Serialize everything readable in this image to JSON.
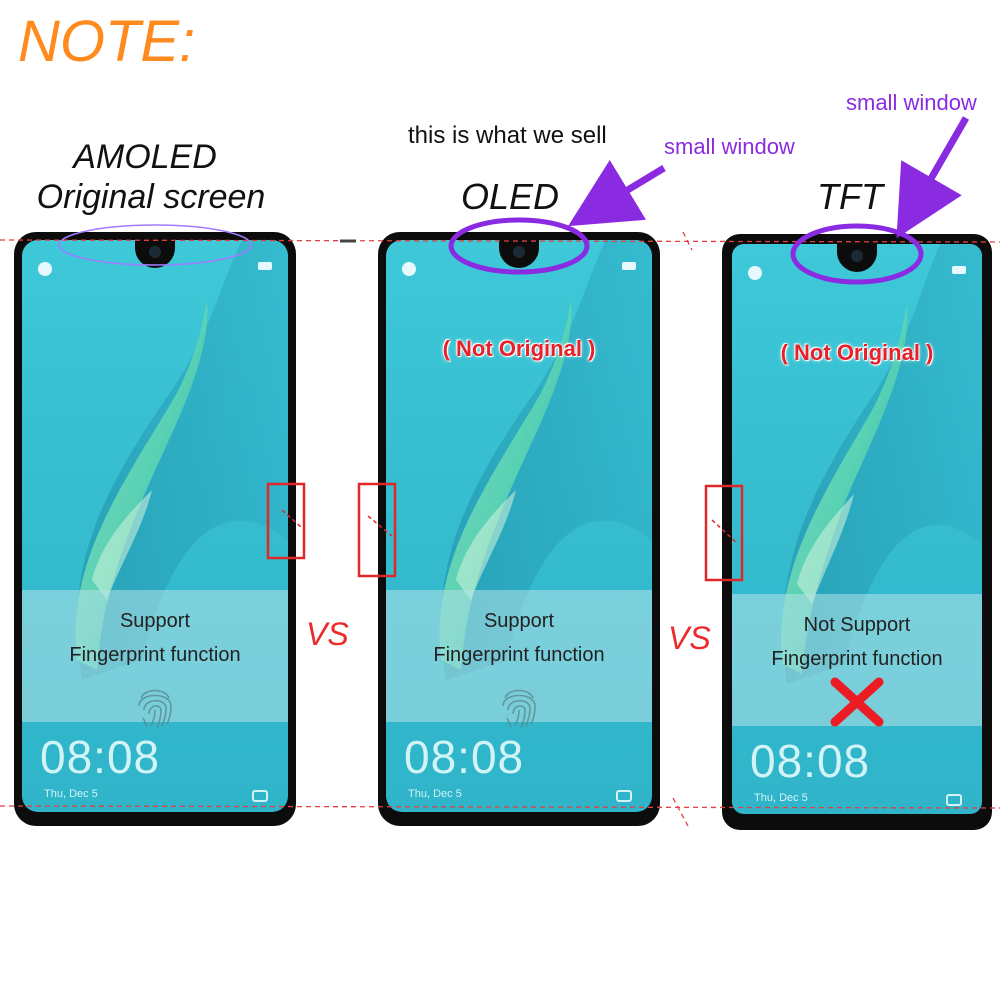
{
  "heading": {
    "note": "NOTE:"
  },
  "labels": {
    "amoled_line1": "AMOLED",
    "amoled_line2": "Original screen",
    "oled": "OLED",
    "tft": "TFT",
    "this_is_what_we_sell": "this is what we sell",
    "small_window_1": "small window",
    "small_window_2": "small window",
    "vs_1": "VS",
    "vs_2": "VS"
  },
  "phones": [
    {
      "name": "amoled",
      "not_original": "",
      "support_line1": "Support",
      "support_line2": "Fingerprint function",
      "time": "08:08",
      "date": "Thu, Dec 5",
      "fingerprint_icon": "fingerprint-icon"
    },
    {
      "name": "oled",
      "not_original": "( Not Original )",
      "support_line1": "Support",
      "support_line2": "Fingerprint function",
      "time": "08:08",
      "date": "Thu, Dec 5",
      "fingerprint_icon": "fingerprint-icon"
    },
    {
      "name": "tft",
      "not_original": "( Not Original )",
      "support_line1": "Not Support",
      "support_line2": "Fingerprint function",
      "time": "08:08",
      "date": "Thu, Dec 5",
      "status_icon": "x-mark-icon"
    }
  ],
  "colors": {
    "note": "#ff8a1e",
    "highlight_purple": "#8a2be2",
    "warning_red": "#e8202a",
    "guide_red": "#e04040",
    "screen_teal": "#3fc4d4"
  }
}
